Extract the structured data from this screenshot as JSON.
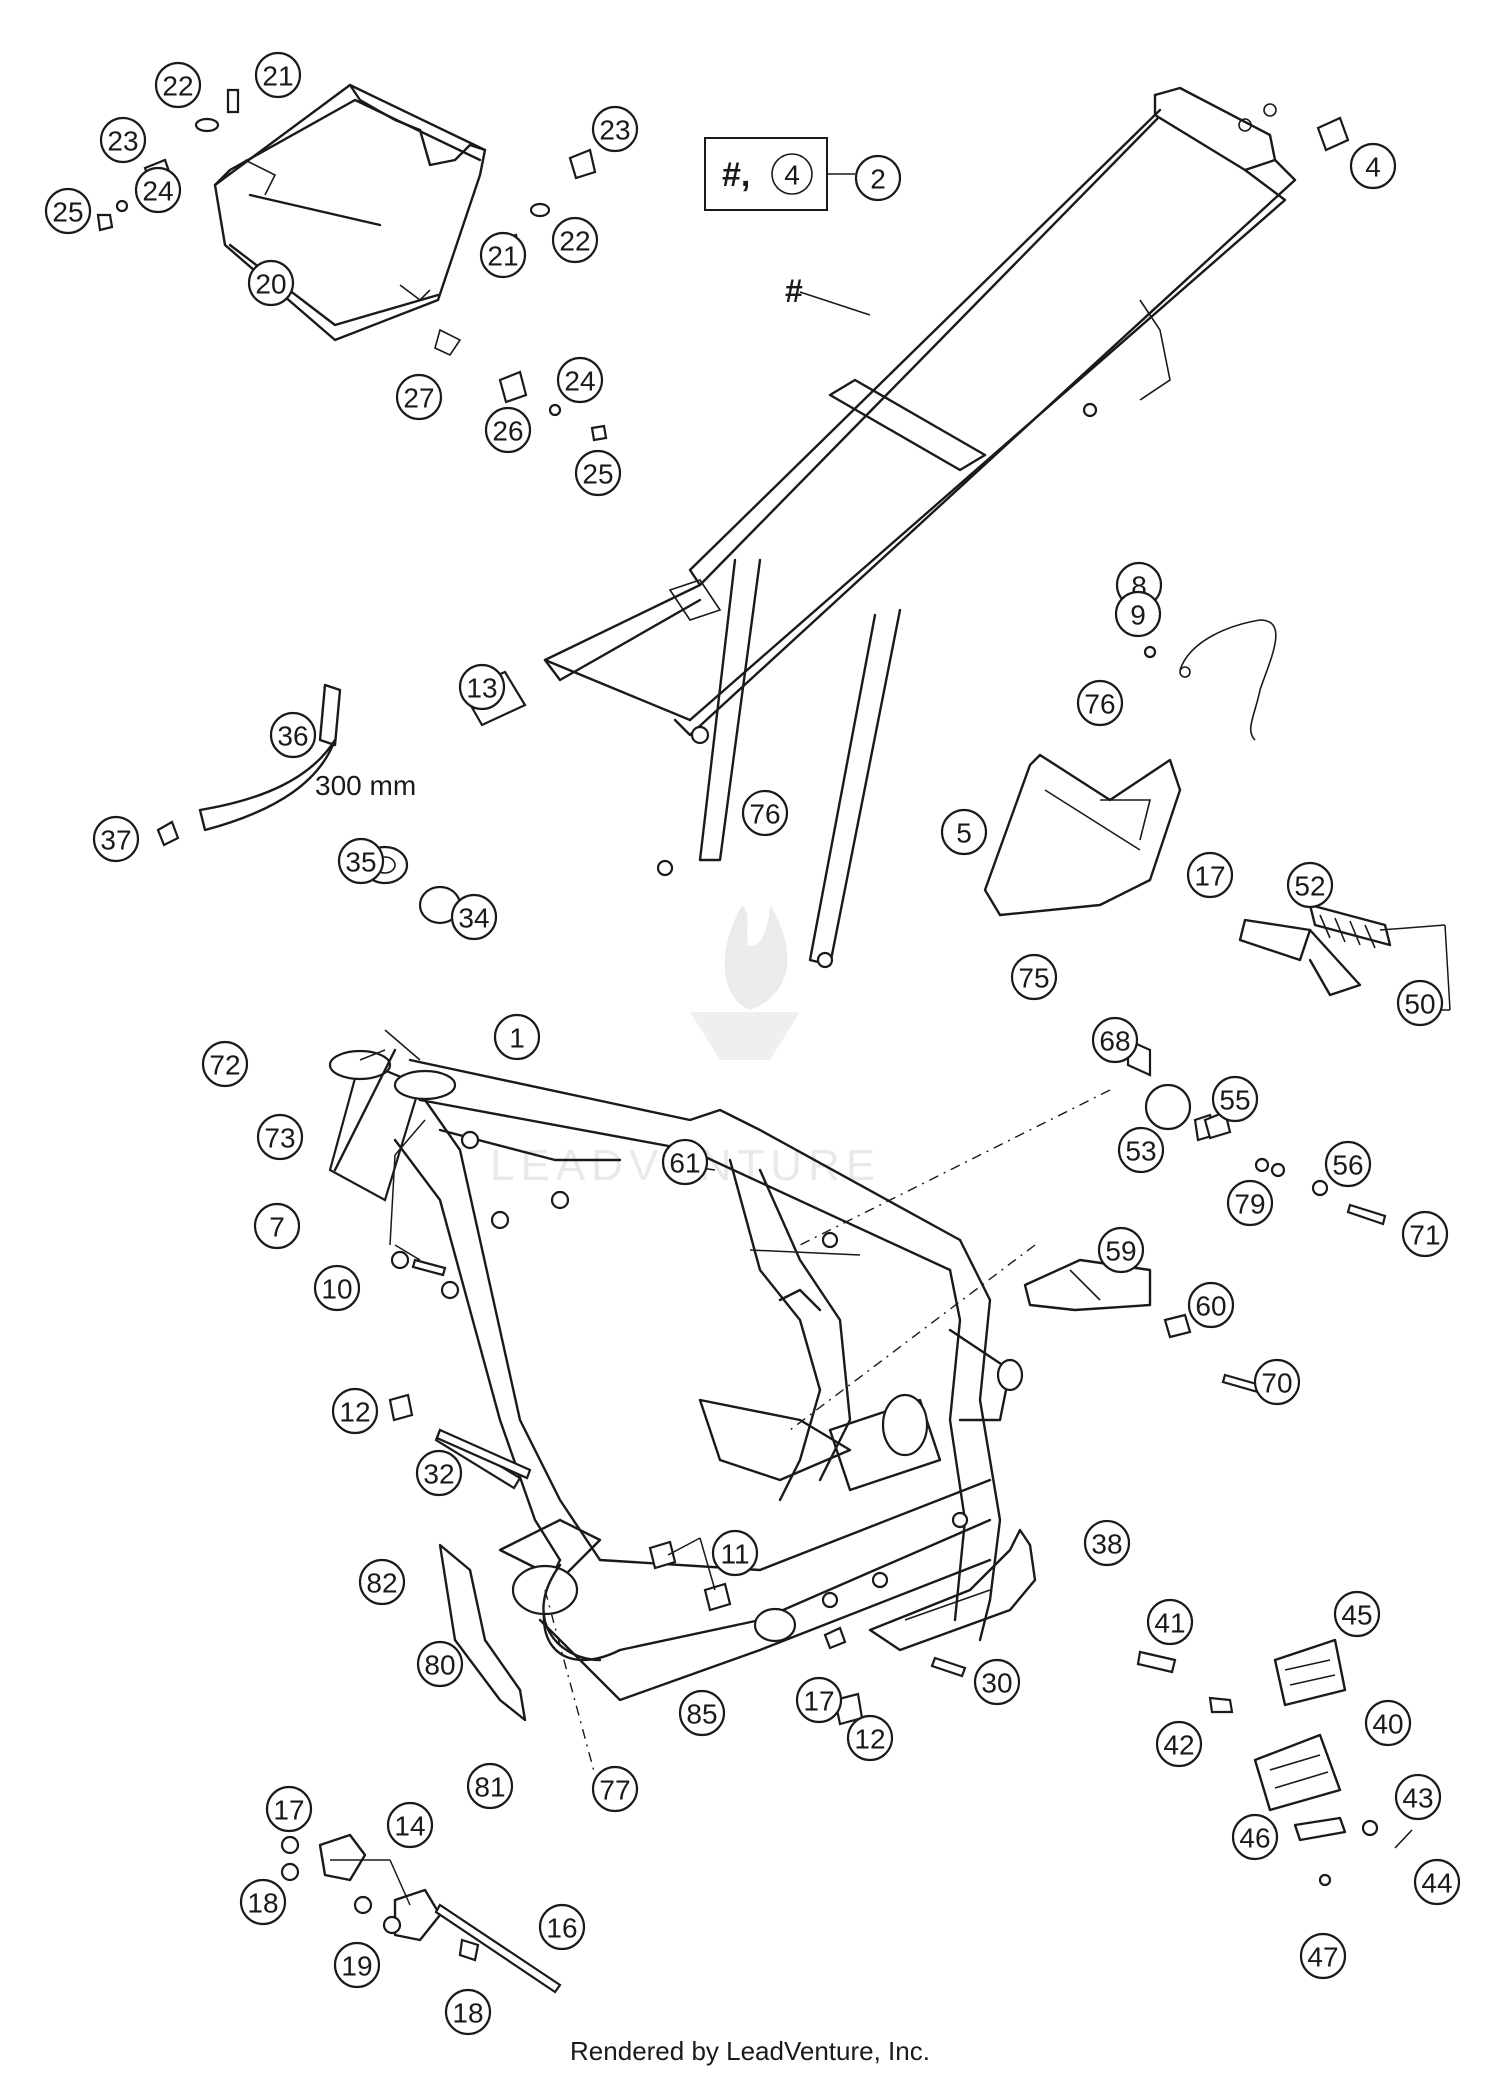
{
  "credit": "Rendered by LeadVenture, Inc.",
  "watermark": "LEADVENTURE",
  "dimension_label": "300 mm",
  "frame_note": {
    "prefix": "#,",
    "ref": "4",
    "part": "2"
  },
  "hash_label": "#",
  "callouts": [
    "1",
    "2",
    "4",
    "5",
    "7",
    "8",
    "9",
    "10",
    "11",
    "12",
    "12",
    "13",
    "14",
    "16",
    "17",
    "17",
    "17",
    "18",
    "18",
    "19",
    "20",
    "21",
    "21",
    "22",
    "22",
    "23",
    "23",
    "24",
    "24",
    "25",
    "25",
    "26",
    "27",
    "30",
    "32",
    "34",
    "35",
    "36",
    "37",
    "38",
    "40",
    "41",
    "42",
    "43",
    "44",
    "45",
    "46",
    "47",
    "50",
    "52",
    "53",
    "55",
    "56",
    "59",
    "60",
    "61",
    "68",
    "70",
    "71",
    "72",
    "73",
    "75",
    "76",
    "76",
    "77",
    "79",
    "80",
    "81",
    "82",
    "85"
  ]
}
